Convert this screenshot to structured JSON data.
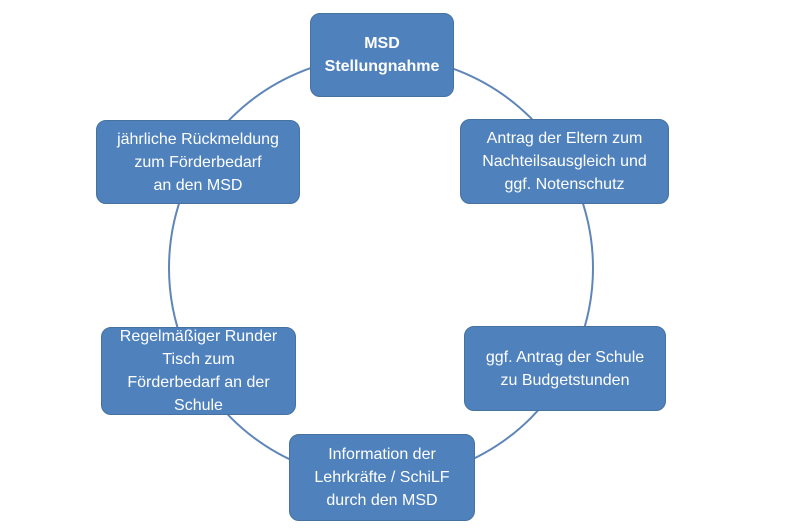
{
  "diagram": {
    "type": "cycle",
    "line_color": "#5f86b8",
    "node_color": "#4f81bd",
    "text_color": "#ffffff",
    "nodes": [
      {
        "label": "MSD\nStellungnahme",
        "bold": true
      },
      {
        "label": "Antrag der Eltern zum\nNachteilsausgleich und\nggf. Notenschutz",
        "bold": false
      },
      {
        "label": "ggf. Antrag der Schule\nzu Budgetstunden",
        "bold": false
      },
      {
        "label": "Information der\nLehrkräfte / SchiLF\ndurch den MSD",
        "bold": false
      },
      {
        "label": "Regelmäßiger Runder\nTisch zum\nFörderbedarf an der\nSchule",
        "bold": false
      },
      {
        "label": "jährliche Rückmeldung\nzum Förderbedarf\nan den MSD",
        "bold": false
      }
    ]
  }
}
